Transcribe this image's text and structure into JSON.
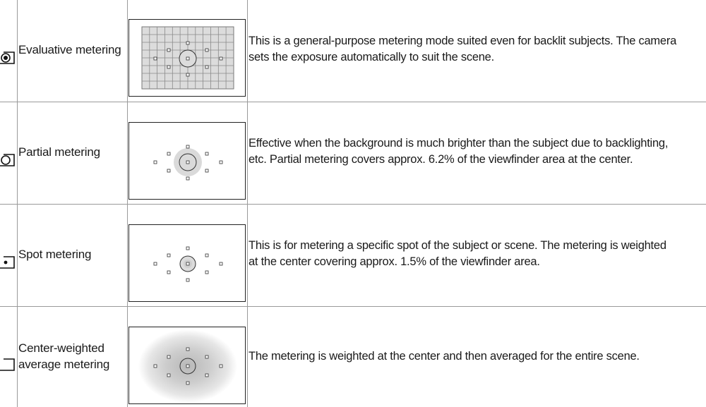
{
  "modes": [
    {
      "label": "Evaluative metering",
      "icon": "evaluative-metering-icon",
      "diagram": "grid",
      "description_lines": [
        "This is a general-purpose metering mode suited even for backlit subjects. The camera",
        "sets the exposure automatically to suit the scene."
      ]
    },
    {
      "label": "Partial metering",
      "icon": "partial-metering-icon",
      "diagram": "partial",
      "description_lines": [
        "Effective when the background is much brighter than the subject due to backlighting,",
        "etc. Partial metering covers approx. 6.2% of the viewfinder area at the center."
      ]
    },
    {
      "label": "Spot metering",
      "icon": "spot-metering-icon",
      "diagram": "spot",
      "description_lines": [
        "This is for metering a specific spot of the subject or scene. The metering is weighted",
        "at the center covering approx. 1.5% of the viewfinder area."
      ]
    },
    {
      "label_lines": [
        "Center-weighted",
        "average metering"
      ],
      "icon": "center-weighted-metering-icon",
      "diagram": "center",
      "description_lines": [
        "The metering is weighted at the center and then averaged for the entire scene."
      ]
    }
  ]
}
